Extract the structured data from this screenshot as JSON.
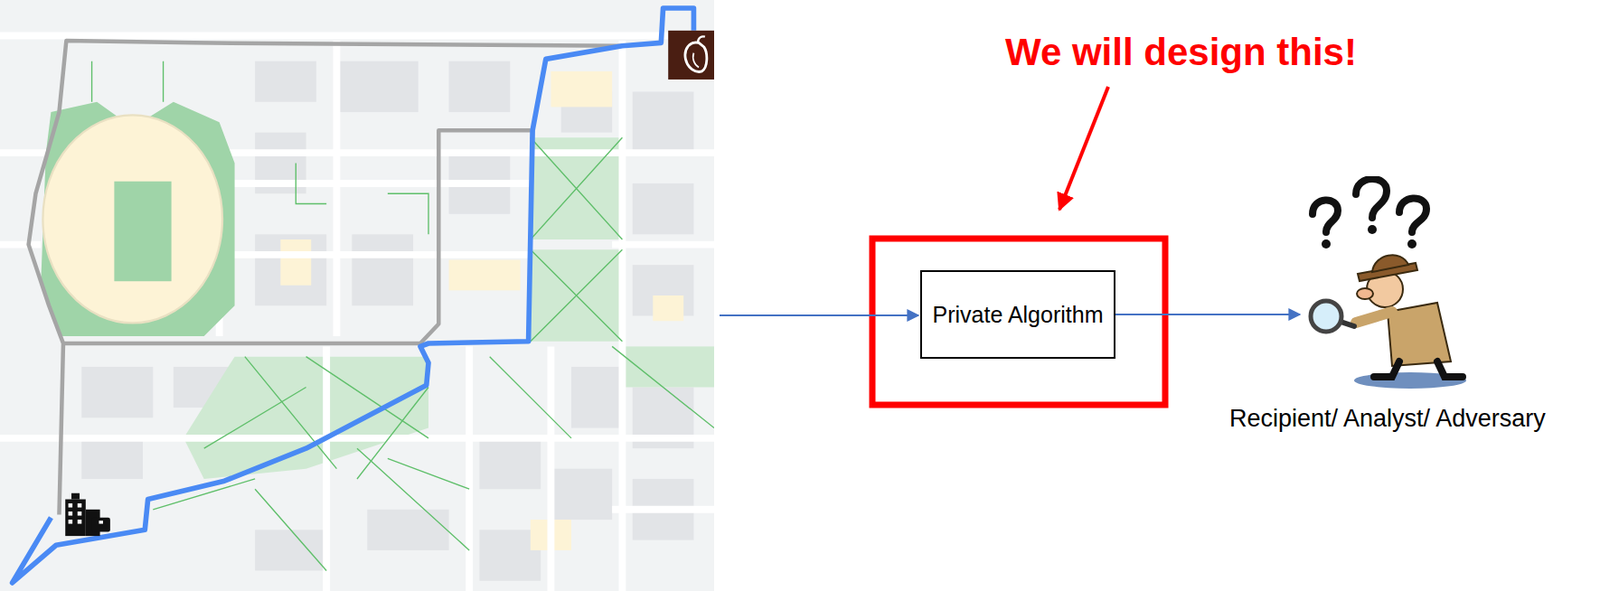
{
  "diagram": {
    "nodes": [
      {
        "text": [
          "Private Algorithm"
        ]
      },
      {
        "text": [
          "Recipient/ Analyst/ Adversary"
        ]
      }
    ],
    "edges": [
      {
        "from": 0,
        "to": 1,
        "arrow": "to"
      }
    ],
    "labels": [
      "We will design this!"
    ]
  }
}
